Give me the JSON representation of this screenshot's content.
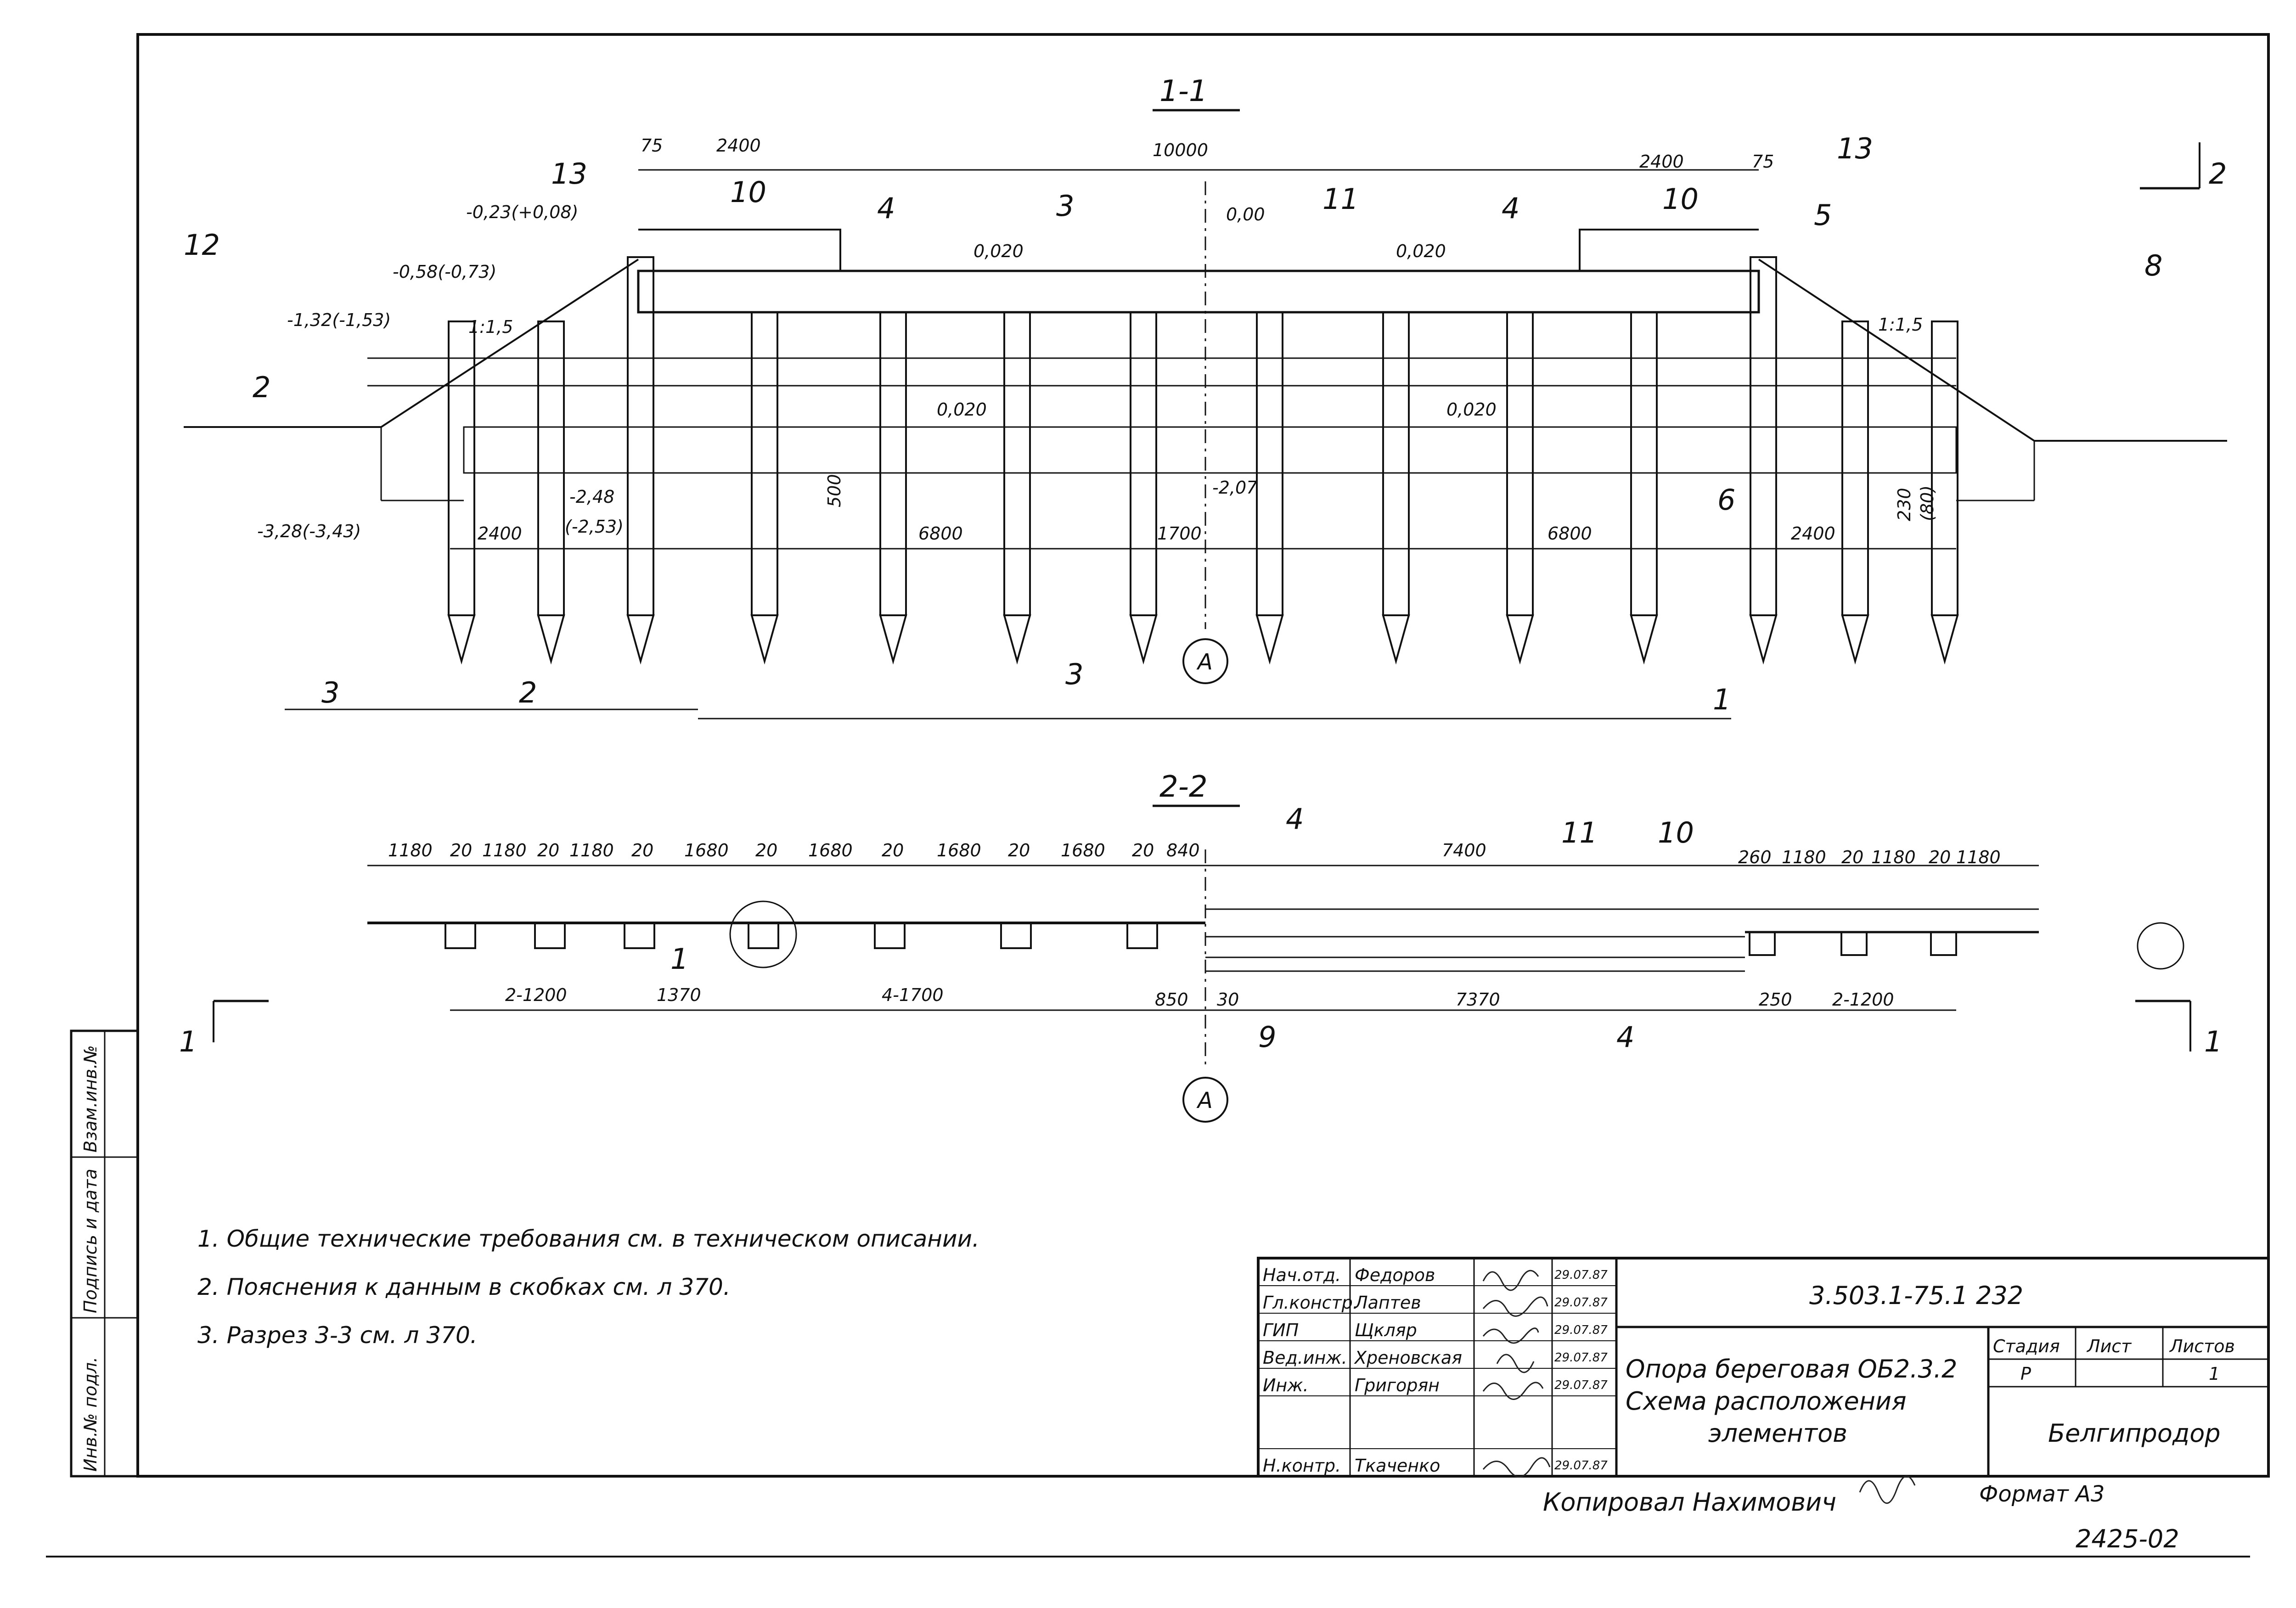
{
  "section_1_1": {
    "title": "1-1",
    "dims_top": [
      "75",
      "2400",
      "10000",
      "2400",
      "75"
    ],
    "elevations": {
      "e_top_left": "-0,23(+0,08)",
      "e_mid_left": "-0,58(-0,73)",
      "e_low_left": "-1,32(-1,53)",
      "e_bottom_left": "-3,28(-3,43)",
      "e_zero": "0,00",
      "e_ground": "-2,07",
      "e_pile_left": "-2,48",
      "e_pile_left_alt": "(-2,53)"
    },
    "slopes": [
      "0,020",
      "0,020",
      "0,020",
      "0,020"
    ],
    "slope_ratio": [
      "1:1,5",
      "1:1,5"
    ],
    "dims_bottom": [
      "2400",
      "6800",
      "1700",
      "6800",
      "2400"
    ],
    "dim_500": "500",
    "dim_230": "230",
    "dim_80": "(80)",
    "callouts": [
      "13",
      "10",
      "4",
      "3",
      "11",
      "4",
      "10",
      "13",
      "12",
      "2",
      "5",
      "8",
      "6",
      "3",
      "2",
      "3",
      "1"
    ],
    "axis_label": "А",
    "section_mark_2": "2"
  },
  "section_2_2": {
    "title": "2-2",
    "dims_top": [
      "1180",
      "20",
      "1180",
      "20",
      "1180",
      "20",
      "1680",
      "20",
      "1680",
      "20",
      "1680",
      "20",
      "1680",
      "20",
      "840",
      "7400",
      "260",
      "1180",
      "20",
      "1180",
      "20",
      "1180"
    ],
    "dims_bottom": [
      "2-1200",
      "1370",
      "4-1700",
      "850",
      "30",
      "7370",
      "250",
      "2-1200"
    ],
    "callouts": [
      "4",
      "11",
      "10",
      "1",
      "9",
      "4"
    ],
    "axis_label": "А",
    "section_mark_1": "1"
  },
  "notes": [
    "1. Общие технические требования см. в техническом описании.",
    "2. Пояснения к данным в скобках см. л 370.",
    "3. Разрез 3-3 см. л 370."
  ],
  "side_labels": [
    "Инв.№ подл.",
    "Подпись и дата",
    "Взам.инв.№"
  ],
  "title_block": {
    "doc_code": "3.503.1-75.1 232",
    "roles": [
      "Нач.отд.",
      "Гл.констр.",
      "ГИП",
      "Вед.инж.",
      "Инж.",
      "",
      "Н.контр."
    ],
    "names": [
      "Федоров",
      "Лаптев",
      "Щкляр",
      "Хреновская",
      "Григорян",
      "",
      "Ткаченко"
    ],
    "dates": [
      "29.07.87",
      "29.07.87",
      "29.07.87",
      "29.07.87",
      "29.07.87",
      "",
      "29.07.87"
    ],
    "title_line1": "Опора береговая ОБ2.3.2",
    "title_line2": "Схема расположения",
    "title_line3": "элементов",
    "col_stage": "Стадия",
    "col_sheet": "Лист",
    "col_sheets": "Листов",
    "stage": "Р",
    "sheets": "1",
    "org": "Белгипродор"
  },
  "footer": {
    "copied": "Копировал Нахимович",
    "format": "Формат А3",
    "number": "2425-02"
  }
}
